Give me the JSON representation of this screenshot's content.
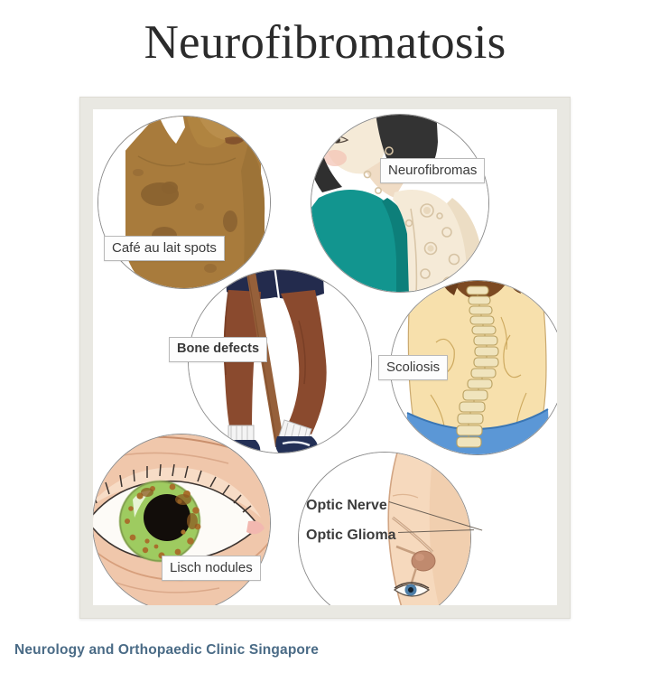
{
  "title": "Neurofibromatosis",
  "footer": "Neurology and Orthopaedic Clinic Singapore",
  "colors": {
    "title_text": "#2b2b2b",
    "footer_text": "#4a6b86",
    "frame": "#e9e8e2",
    "canvas": "#ffffff",
    "circle_outline": "#8d8d8d",
    "callout_bg": "#fdfdfd",
    "callout_border": "#b9b9b9",
    "callout_text": "#3a3a3a",
    "cafe_au_lait_skin": "#a87b3c",
    "cafe_au_lait_spot": "#8a6230",
    "neurofibroma_skin": "#f5ead7",
    "neurofibroma_top": "#12958f",
    "neurofibroma_hair": "#333333",
    "bone_defect_skin": "#8a4a2e",
    "bone_defect_shorts": "#232b4d",
    "bone_defect_shoe": "#233056",
    "bone_defect_cane": "#96603a",
    "scoliosis_skin": "#f7e0ac",
    "scoliosis_hair": "#7d4a22",
    "scoliosis_pants": "#5b97d6",
    "scoliosis_spine": "#f0e4bd",
    "eye_skin": "#f0c7ab",
    "eye_iris": "#9ecb60",
    "eye_nodule": "#a8702c",
    "eye_pupil": "#120d0a",
    "optic_face": "#f6d9bd",
    "optic_glioma": "#c08a6e",
    "leader_line": "#6d6257"
  },
  "panels": [
    {
      "id": "cafe-au-lait",
      "name": "cafe-au-lait-spots-panel",
      "label": "Café au lait spots",
      "label_style": "normal",
      "description": "Torso of a person with brown skin showing darker café au lait patches"
    },
    {
      "id": "neurofibromas",
      "name": "neurofibromas-panel",
      "label": "Neurofibromas",
      "label_style": "normal",
      "description": "Shoulder and arm of a person in a teal top with raised skin bumps"
    },
    {
      "id": "bone-defects",
      "name": "bone-defects-panel",
      "label": "Bone defects",
      "label_style": "bold",
      "description": "Bowed legs with a walking cane, dark shorts, socks and shoes"
    },
    {
      "id": "scoliosis",
      "name": "scoliosis-panel",
      "label": "Scoliosis",
      "label_style": "normal",
      "description": "Back view showing a laterally curved spine over blue trousers"
    },
    {
      "id": "lisch-nodules",
      "name": "lisch-nodules-panel",
      "label": "Lisch nodules",
      "label_style": "normal",
      "description": "Close up eye with green iris speckled with brown nodules"
    },
    {
      "id": "optic",
      "name": "optic-nerve-glioma-panel",
      "label_optic_nerve": "Optic Nerve",
      "label_optic_glioma": "Optic Glioma",
      "description": "Side profile of a face with leader lines to the optic nerve and a glioma"
    }
  ]
}
